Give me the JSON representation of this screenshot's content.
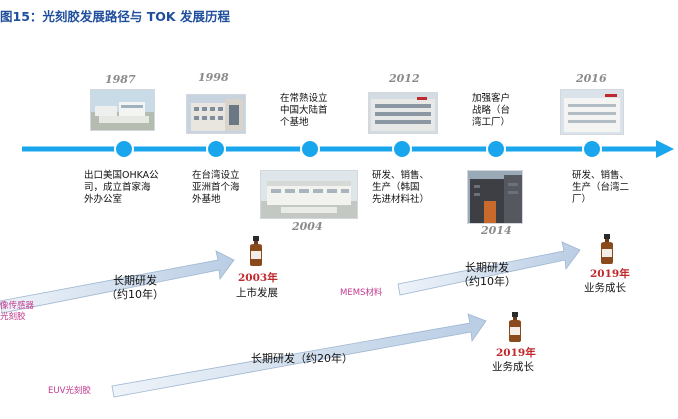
{
  "title": "图15：光刻胶发展路径与 TOK 发展历程",
  "colors": {
    "timeline": "#1aa6ec",
    "node": "#1aa6ec",
    "title": "#1f4e9c",
    "milestone_year": "#c0282b",
    "segment_label": "#c23a8e",
    "period_arrow": "#a9c2de"
  },
  "timeline_years": [
    {
      "year": "1987"
    },
    {
      "year": "1998"
    },
    {
      "year": "2004"
    },
    {
      "year": "2012"
    },
    {
      "year": "2014"
    },
    {
      "year": "2016"
    }
  ],
  "events": [
    {
      "text": "出口美国OHKA公\n司，成立首家海\n外办公室"
    },
    {
      "text": "在台湾设立\n亚洲首个海\n外基地"
    },
    {
      "text": "在常熟设立\n中国大陆首\n个基地"
    },
    {
      "text": "研发、销售、\n生产（韩国\n先进材料社）"
    },
    {
      "text": "加强客户\n战略（台\n湾工厂）"
    },
    {
      "text": "研发、销售、\n生产（台湾二\n厂）"
    }
  ],
  "segments": [
    {
      "label": "像传感器\n光刻胶",
      "period": "长期研发\n（约10年）",
      "milestone_year": "2003年",
      "milestone_text": "上市发展"
    },
    {
      "label": "MEMS材料",
      "period": "长期研发\n（约10年）",
      "milestone_year": "2019年",
      "milestone_text": "业务成长"
    },
    {
      "label": "EUV光刻胶",
      "period": "长期研发（约20年）",
      "milestone_year": "2019年",
      "milestone_text": "业务成长"
    }
  ],
  "icons": {
    "photo": "factory-photo-icon",
    "bottle": "resist-bottle-icon"
  }
}
